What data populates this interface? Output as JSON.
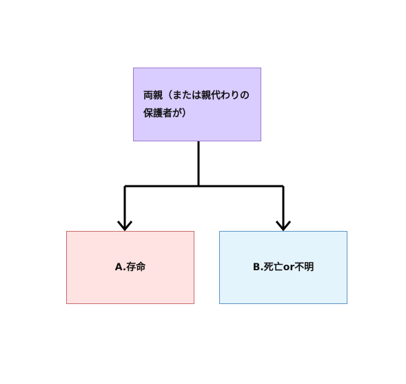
{
  "diagram": {
    "parent": {
      "label": "両親（または親代わりの保護者が）",
      "fill": "#d9ccff",
      "stroke": "#9b77cf"
    },
    "children": [
      {
        "label": "A.存命",
        "fill": "#ffe2e2",
        "stroke": "#c86a6a"
      },
      {
        "label": "B.死亡or不明",
        "fill": "#e4f4fc",
        "stroke": "#5a94c6"
      }
    ],
    "edge_color": "#000000"
  }
}
